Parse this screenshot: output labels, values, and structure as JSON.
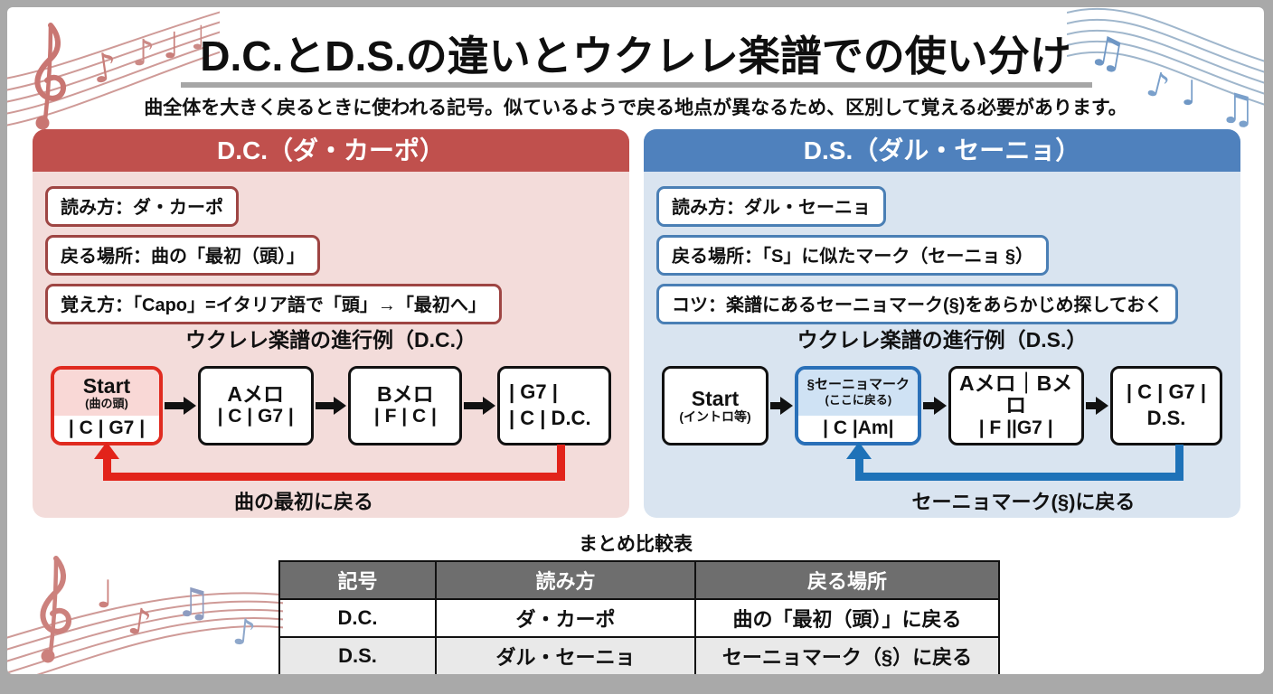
{
  "page": {
    "title": "D.C.とD.S.の違いとウクレレ楽譜での使い分け",
    "subtitle": "曲全体を大きく戻るときに使われる記号。似ているようで戻る地点が異なるため、区別して覚える必要があります。"
  },
  "colors": {
    "dc_accent": "#c0504d",
    "dc_panel_bg": "#f3dcda",
    "dc_box_border": "#9e4543",
    "dc_arrow": "#e2231a",
    "ds_accent": "#4f81bd",
    "ds_panel_bg": "#d9e4f0",
    "ds_box_border": "#4a7fb5",
    "ds_arrow": "#1e72b8",
    "table_header_bg": "#6e6e6e",
    "divider_gray": "#a6a6a6"
  },
  "dc_panel": {
    "header": "D.C.（ダ・カーポ）",
    "info1": "読み方：ダ・カーポ",
    "info2": "戻る場所：曲の「最初（頭）」",
    "info3": "覚え方：「Capo」=イタリア語で「頭」→「最初へ」",
    "flow_title": "ウクレレ楽譜の進行例（D.C.）",
    "flow1_title": "Start",
    "flow1_sub": "(曲の頭)",
    "flow1_chords": "| C | G7 |",
    "flow2_title": "Aメロ",
    "flow2_chords": "| C | G7 |",
    "flow3_title": "Bメロ",
    "flow3_chords": "| F | C |",
    "flow4_line1": "| G7 |",
    "flow4_line2": "| C | D.C.",
    "return_label": "曲の最初に戻る"
  },
  "ds_panel": {
    "header": "D.S.（ダル・セーニョ）",
    "info1": "読み方：ダル・セーニョ",
    "info2": "戻る場所：「S」に似たマーク（セーニョ §）",
    "info3": "コツ：楽譜にあるセーニョマーク(§)をあらかじめ探しておく",
    "flow_title": "ウクレレ楽譜の進行例（D.S.）",
    "flow1_title": "Start",
    "flow1_sub": "(イントロ等)",
    "flow2_mark": "§セーニョマーク",
    "flow2_sub": "(ここに戻る)",
    "flow2_chords": "| C |Am|",
    "flow3_title": "Aメロ｜Bメロ",
    "flow3_chords": "| F ||G7 |",
    "flow4_line1": "| C | G7 |",
    "flow4_line2": "D.S.",
    "return_label": "セーニョマーク(§)に戻る"
  },
  "summary": {
    "title": "まとめ比較表",
    "col1": "記号",
    "col2": "読み方",
    "col3": "戻る場所",
    "rows": [
      {
        "symbol": "D.C.",
        "reading": "ダ・カーポ",
        "place": "曲の「最初（頭）」に戻る"
      },
      {
        "symbol": "D.S.",
        "reading": "ダル・セーニョ",
        "place": "セーニョマーク（§）に戻る"
      }
    ]
  },
  "decorations": {
    "top_left": "treble-clef-staff-pink",
    "top_right": "music-notes-staff-blue",
    "bottom_left": "treble-clef-staff-pink-blue",
    "glyphs": {
      "eighth": "♪",
      "quarter": "♩",
      "beamed": "♫"
    }
  }
}
